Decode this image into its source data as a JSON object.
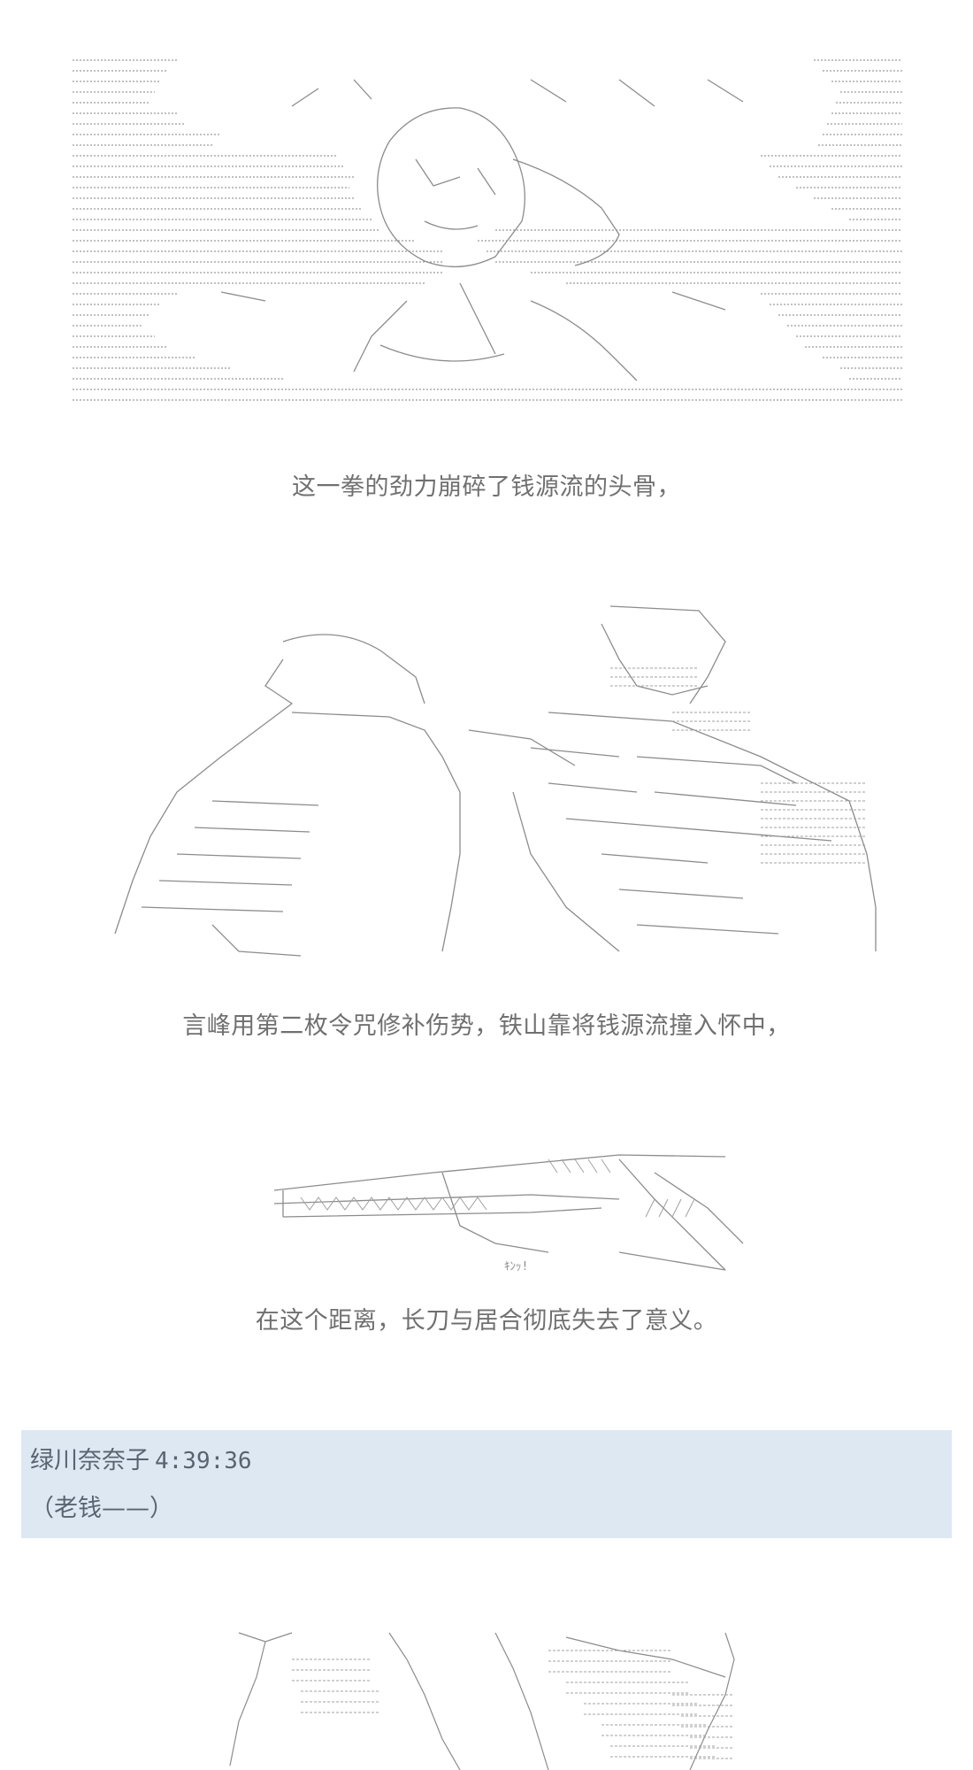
{
  "captions": {
    "c1": "这一拳的劲力崩碎了钱源流的头骨，",
    "c2": "言峰用第二枚令咒修补伤势，铁山靠将钱源流撞入怀中，",
    "c3": "在这个距离，长刀与居合彻底失去了意义。"
  },
  "sfx": {
    "kin": "ｷﾝｯ!"
  },
  "post": {
    "author": "绿川奈奈子",
    "time": "4:39:36",
    "body": "（老钱——）"
  }
}
